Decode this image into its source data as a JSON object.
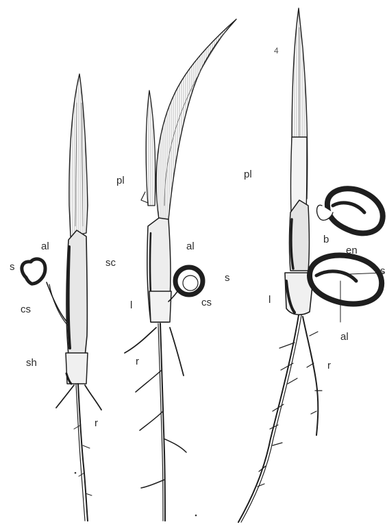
{
  "figure": {
    "labels": {
      "s1": "s",
      "cs1": "cs",
      "sh1": "sh",
      "al1": "al",
      "pl1": "pl",
      "sc1": "sc",
      "r1": "r",
      "al2": "al",
      "s2": "s",
      "l2": "l",
      "cs2": "cs",
      "r2": "r",
      "mark3": "4",
      "pl3": "pl",
      "b3": "b",
      "en3": "en",
      "s3": "s",
      "l3": "l",
      "al3": "al",
      "r3": "r"
    }
  }
}
